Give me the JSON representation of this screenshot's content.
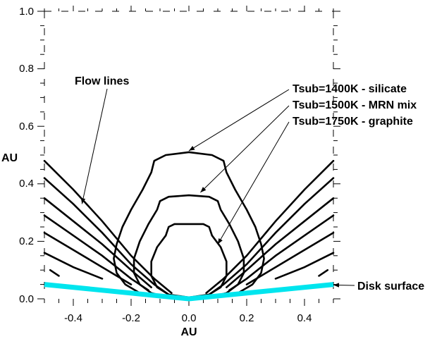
{
  "chart_data": {
    "type": "line",
    "title": "",
    "xlabel": "AU",
    "ylabel": "AU",
    "xlim": [
      -0.5,
      0.5
    ],
    "ylim": [
      0.0,
      1.0
    ],
    "x_ticks": [
      -0.4,
      -0.2,
      0.0,
      0.2,
      0.4
    ],
    "x_tick_labels": [
      "-0.4",
      "-0.2",
      "0.0",
      "0.2",
      "0.4"
    ],
    "y_ticks": [
      0.0,
      0.2,
      0.4,
      0.6,
      0.8,
      1.0
    ],
    "y_tick_labels": [
      "0.0",
      "0.2",
      "0.4",
      "0.6",
      "0.8",
      "1.0"
    ],
    "grid": false,
    "series": [
      {
        "name": "Tsub=1400K - silicate",
        "label": "Tsub=1400K - silicate",
        "closed": true,
        "points": [
          [
            0.0,
            0.51
          ],
          [
            0.08,
            0.5
          ],
          [
            0.12,
            0.48
          ],
          [
            0.13,
            0.44
          ],
          [
            0.16,
            0.38
          ],
          [
            0.2,
            0.31
          ],
          [
            0.23,
            0.25
          ],
          [
            0.25,
            0.19
          ],
          [
            0.26,
            0.14
          ],
          [
            0.25,
            0.09
          ],
          [
            0.22,
            0.05
          ],
          [
            0.17,
            0.02
          ],
          [
            0.1,
            0.005
          ],
          [
            0.0,
            0.003
          ],
          [
            -0.1,
            0.005
          ],
          [
            -0.17,
            0.02
          ],
          [
            -0.22,
            0.05
          ],
          [
            -0.25,
            0.09
          ],
          [
            -0.26,
            0.14
          ],
          [
            -0.25,
            0.19
          ],
          [
            -0.23,
            0.25
          ],
          [
            -0.2,
            0.31
          ],
          [
            -0.16,
            0.38
          ],
          [
            -0.13,
            0.44
          ],
          [
            -0.12,
            0.48
          ],
          [
            -0.08,
            0.5
          ]
        ],
        "pointer_target": [
          0.0,
          0.51
        ]
      },
      {
        "name": "Tsub=1500K - MRN mix",
        "label": "Tsub=1500K - MRN mix",
        "closed": true,
        "points": [
          [
            0.0,
            0.36
          ],
          [
            0.07,
            0.355
          ],
          [
            0.1,
            0.34
          ],
          [
            0.11,
            0.31
          ],
          [
            0.14,
            0.26
          ],
          [
            0.17,
            0.2
          ],
          [
            0.19,
            0.14
          ],
          [
            0.19,
            0.09
          ],
          [
            0.17,
            0.05
          ],
          [
            0.13,
            0.02
          ],
          [
            0.07,
            0.005
          ],
          [
            0.0,
            0.003
          ],
          [
            -0.07,
            0.005
          ],
          [
            -0.13,
            0.02
          ],
          [
            -0.17,
            0.05
          ],
          [
            -0.19,
            0.09
          ],
          [
            -0.19,
            0.14
          ],
          [
            -0.17,
            0.2
          ],
          [
            -0.14,
            0.26
          ],
          [
            -0.11,
            0.31
          ],
          [
            -0.1,
            0.34
          ],
          [
            -0.07,
            0.355
          ]
        ],
        "pointer_target": [
          0.04,
          0.37
        ]
      },
      {
        "name": "Tsub=1750K - graphite",
        "label": "Tsub=1750K - graphite",
        "closed": true,
        "points": [
          [
            0.0,
            0.26
          ],
          [
            0.05,
            0.26
          ],
          [
            0.07,
            0.25
          ],
          [
            0.08,
            0.22
          ],
          [
            0.11,
            0.18
          ],
          [
            0.13,
            0.13
          ],
          [
            0.13,
            0.08
          ],
          [
            0.11,
            0.04
          ],
          [
            0.07,
            0.015
          ],
          [
            0.0,
            0.005
          ],
          [
            -0.07,
            0.015
          ],
          [
            -0.11,
            0.04
          ],
          [
            -0.13,
            0.08
          ],
          [
            -0.13,
            0.13
          ],
          [
            -0.11,
            0.18
          ],
          [
            -0.08,
            0.22
          ],
          [
            -0.07,
            0.25
          ],
          [
            -0.05,
            0.26
          ]
        ],
        "pointer_target": [
          0.1,
          0.19
        ]
      },
      {
        "name": "Disk surface",
        "label": "Disk surface",
        "points": [
          [
            -0.5,
            0.05
          ],
          [
            0.0,
            0.0
          ],
          [
            0.5,
            0.05
          ]
        ],
        "color": "#00e5ee",
        "pointer_target": [
          0.5,
          0.048
        ]
      }
    ],
    "flow_lines": {
      "label": "Flow lines",
      "pointer_targets": [
        [
          -0.37,
          0.33
        ]
      ],
      "lines": [
        [
          [
            -0.5,
            0.48
          ],
          [
            -0.4,
            0.38
          ],
          [
            -0.3,
            0.27
          ],
          [
            -0.2,
            0.15
          ],
          [
            -0.12,
            0.07
          ],
          [
            -0.06,
            0.02
          ]
        ],
        [
          [
            -0.5,
            0.42
          ],
          [
            -0.4,
            0.33
          ],
          [
            -0.3,
            0.23
          ],
          [
            -0.2,
            0.12
          ],
          [
            -0.12,
            0.05
          ],
          [
            -0.07,
            0.015
          ]
        ],
        [
          [
            -0.5,
            0.35
          ],
          [
            -0.4,
            0.27
          ],
          [
            -0.3,
            0.19
          ],
          [
            -0.2,
            0.1
          ],
          [
            -0.13,
            0.04
          ]
        ],
        [
          [
            -0.5,
            0.29
          ],
          [
            -0.4,
            0.22
          ],
          [
            -0.3,
            0.15
          ],
          [
            -0.2,
            0.07
          ],
          [
            -0.14,
            0.03
          ]
        ],
        [
          [
            -0.5,
            0.23
          ],
          [
            -0.4,
            0.17
          ],
          [
            -0.3,
            0.11
          ],
          [
            -0.2,
            0.05
          ]
        ],
        [
          [
            -0.5,
            0.16
          ],
          [
            -0.4,
            0.11
          ],
          [
            -0.3,
            0.07
          ]
        ],
        [
          [
            -0.48,
            0.1
          ],
          [
            -0.45,
            0.08
          ]
        ],
        [
          [
            0.06,
            0.02
          ],
          [
            0.12,
            0.07
          ],
          [
            0.2,
            0.15
          ],
          [
            0.3,
            0.27
          ],
          [
            0.4,
            0.38
          ],
          [
            0.5,
            0.48
          ]
        ],
        [
          [
            0.07,
            0.015
          ],
          [
            0.12,
            0.05
          ],
          [
            0.2,
            0.12
          ],
          [
            0.3,
            0.23
          ],
          [
            0.4,
            0.33
          ],
          [
            0.5,
            0.42
          ]
        ],
        [
          [
            0.13,
            0.04
          ],
          [
            0.2,
            0.1
          ],
          [
            0.3,
            0.19
          ],
          [
            0.4,
            0.27
          ],
          [
            0.5,
            0.35
          ]
        ],
        [
          [
            0.14,
            0.03
          ],
          [
            0.2,
            0.07
          ],
          [
            0.3,
            0.15
          ],
          [
            0.4,
            0.22
          ],
          [
            0.5,
            0.29
          ]
        ],
        [
          [
            0.2,
            0.05
          ],
          [
            0.3,
            0.11
          ],
          [
            0.4,
            0.17
          ],
          [
            0.5,
            0.23
          ]
        ],
        [
          [
            0.3,
            0.07
          ],
          [
            0.4,
            0.11
          ],
          [
            0.5,
            0.16
          ]
        ],
        [
          [
            0.45,
            0.08
          ],
          [
            0.48,
            0.1
          ]
        ]
      ]
    },
    "annotations": [
      {
        "text": "Flow lines"
      },
      {
        "text": "Tsub=1400K - silicate"
      },
      {
        "text": "Tsub=1500K - MRN mix"
      },
      {
        "text": "Tsub=1750K - graphite"
      },
      {
        "text": "Disk surface"
      }
    ]
  }
}
